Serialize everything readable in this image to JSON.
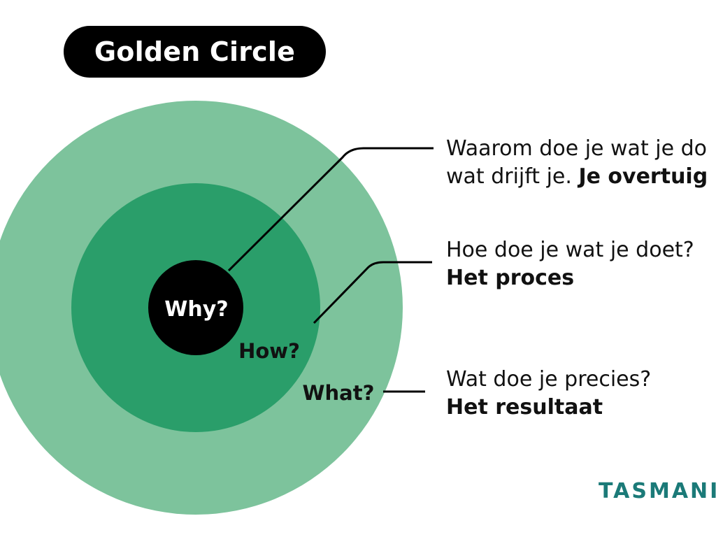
{
  "title": "Golden Circle",
  "circles": {
    "why_label": "Why?",
    "how_label": "How?",
    "what_label": "What?"
  },
  "descriptions": {
    "why": {
      "line1": "Waarom doe je wat je do",
      "line2_prefix": "wat drijft je. ",
      "line2_bold": "Je overtuig"
    },
    "how": {
      "line1": "Hoe doe je wat je doet?",
      "line2_bold": "Het proces"
    },
    "what": {
      "line1": "Wat doe je precies?",
      "line2_bold": "Het resultaat"
    }
  },
  "brand": "TASMANIC",
  "colors": {
    "outer_circle": "#7DC39C",
    "middle_circle": "#2A9E6A",
    "inner_circle": "#000000",
    "title_background": "#000000",
    "brand": "#1B7A78",
    "connector": "#000000"
  }
}
